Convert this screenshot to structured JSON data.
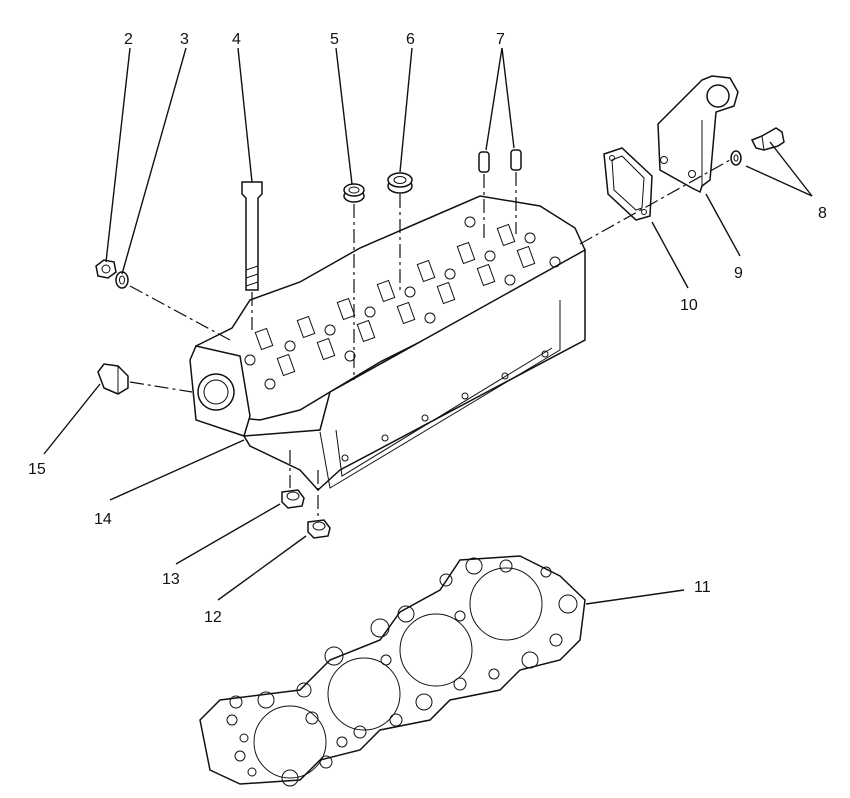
{
  "callouts": [
    "2",
    "3",
    "4",
    "5",
    "6",
    "7",
    "8",
    "9",
    "10",
    "11",
    "12",
    "13",
    "14",
    "15"
  ],
  "parts": {
    "cylinder_head": "cylinder-head",
    "head_gasket": "cylinder-head-gasket",
    "lifting_bracket": "lifting-bracket",
    "bracket_gasket": "bracket-gasket",
    "head_bolt": "head-bolt",
    "valve_seals": "valve-stem-seals",
    "valve_caps": "valve-caps",
    "plug": "plug",
    "washer": "washer",
    "bolt_and_washer": "bolt-and-washer",
    "sensor": "sensor",
    "lower_bushings": "lower-bushings"
  }
}
